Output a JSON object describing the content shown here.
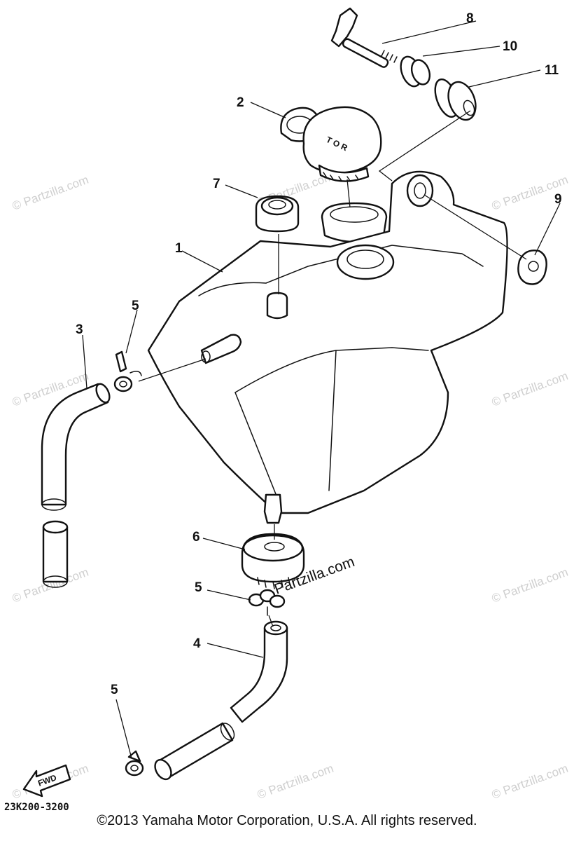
{
  "callouts": [
    "1",
    "2",
    "3",
    "4",
    "5",
    "5",
    "5",
    "6",
    "7",
    "8",
    "9",
    "10",
    "11"
  ],
  "cap_lettering": "T O R",
  "watermark": "© Partzilla.com",
  "watermark_main": "Partzilla.com",
  "fwd_label": "FWD",
  "diagram_code": "23K200-3200",
  "copyright": "©2013 Yamaha Motor Corporation, U.S.A. All rights reserved."
}
